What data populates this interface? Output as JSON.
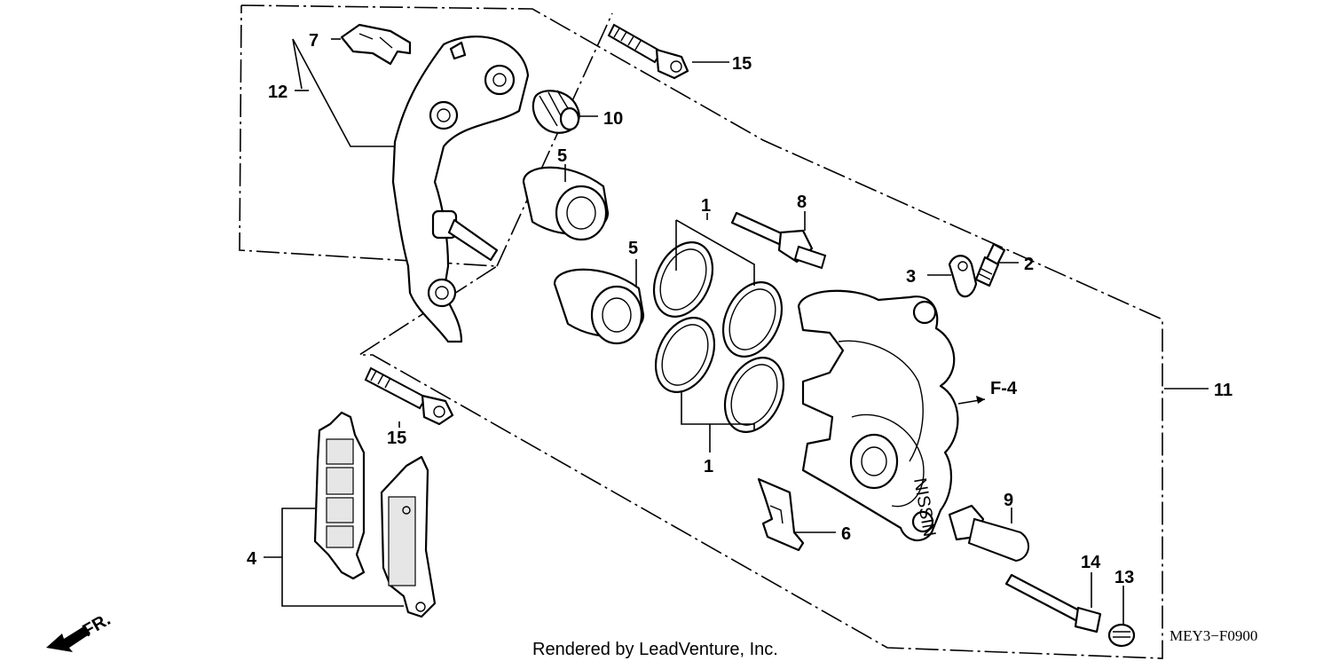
{
  "diagram": {
    "callouts": [
      "1",
      "1",
      "2",
      "3",
      "4",
      "5",
      "5",
      "6",
      "7",
      "8",
      "9",
      "10",
      "11",
      "12",
      "13",
      "14",
      "15",
      "15"
    ],
    "reference": "F-4",
    "direction": "FR.",
    "diagram_code": "MEY3−F0900",
    "credit": "Rendered by LeadVenture, Inc."
  }
}
